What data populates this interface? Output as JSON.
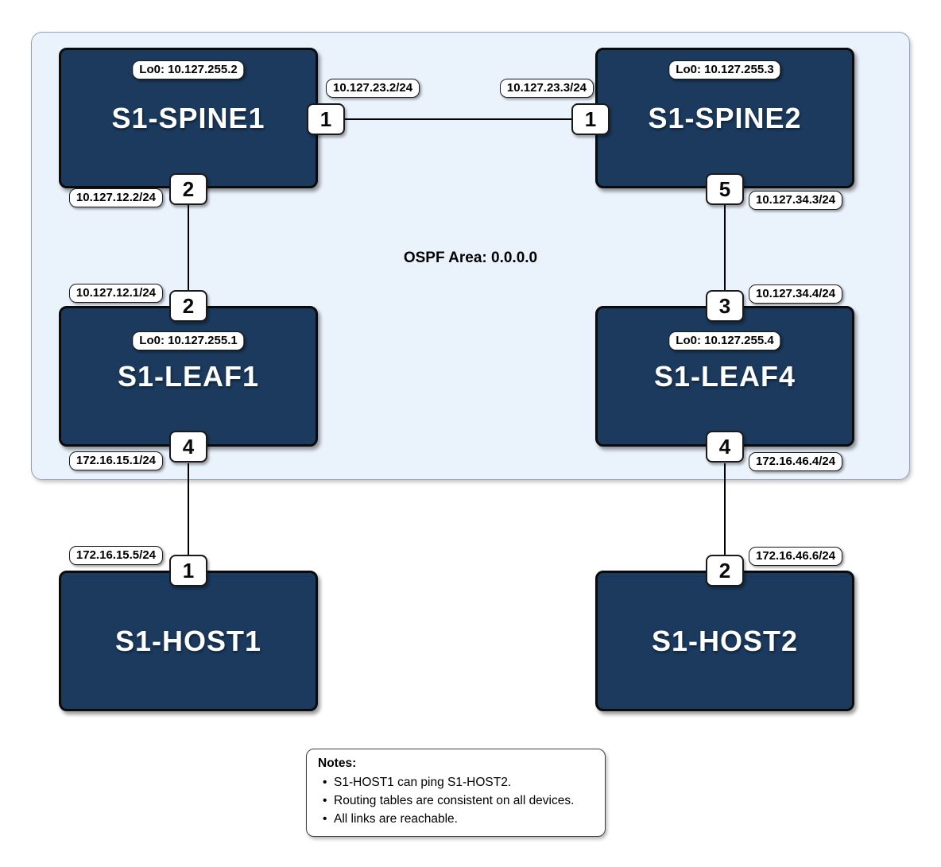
{
  "area_label": "OSPF Area: 0.0.0.0",
  "devices": {
    "spine1": {
      "name": "S1-SPINE1",
      "loopback": "Lo0: 10.127.255.2"
    },
    "spine2": {
      "name": "S1-SPINE2",
      "loopback": "Lo0: 10.127.255.3"
    },
    "leaf1": {
      "name": "S1-LEAF1",
      "loopback": "Lo0: 10.127.255.1"
    },
    "leaf4": {
      "name": "S1-LEAF4",
      "loopback": "Lo0: 10.127.255.4"
    },
    "host1": {
      "name": "S1-HOST1"
    },
    "host2": {
      "name": "S1-HOST2"
    }
  },
  "ports": {
    "spine1_p1": {
      "label": "1",
      "ip": "10.127.23.2/24"
    },
    "spine2_p1": {
      "label": "1",
      "ip": "10.127.23.3/24"
    },
    "spine1_p2": {
      "label": "2",
      "ip": "10.127.12.2/24"
    },
    "spine2_p5": {
      "label": "5",
      "ip": "10.127.34.3/24"
    },
    "leaf1_p2": {
      "label": "2",
      "ip": "10.127.12.1/24"
    },
    "leaf4_p3": {
      "label": "3",
      "ip": "10.127.34.4/24"
    },
    "leaf1_p4": {
      "label": "4",
      "ip": "172.16.15.1/24"
    },
    "leaf4_p4": {
      "label": "4",
      "ip": "172.16.46.4/24"
    },
    "host1_p1": {
      "label": "1",
      "ip": "172.16.15.5/24"
    },
    "host2_p2": {
      "label": "2",
      "ip": "172.16.46.6/24"
    }
  },
  "links": [
    {
      "from": "S1-SPINE1 port 1",
      "to": "S1-SPINE2 port 1"
    },
    {
      "from": "S1-SPINE1 port 2",
      "to": "S1-LEAF1 port 2"
    },
    {
      "from": "S1-SPINE2 port 5",
      "to": "S1-LEAF4 port 3"
    },
    {
      "from": "S1-LEAF1 port 4",
      "to": "S1-HOST1 port 1"
    },
    {
      "from": "S1-LEAF4 port 4",
      "to": "S1-HOST2 port 2"
    }
  ],
  "notes": {
    "title": "Notes:",
    "items": [
      "S1-HOST1 can ping S1-HOST2.",
      "Routing tables are consistent on all devices.",
      "All links are reachable."
    ]
  },
  "colors": {
    "device_fill": "#1b3a5e",
    "device_border": "#0b0b0b",
    "area_fill": "#eaf2fc",
    "area_border": "#93a2b8",
    "label_bg": "#ffffff",
    "link": "#000000"
  }
}
